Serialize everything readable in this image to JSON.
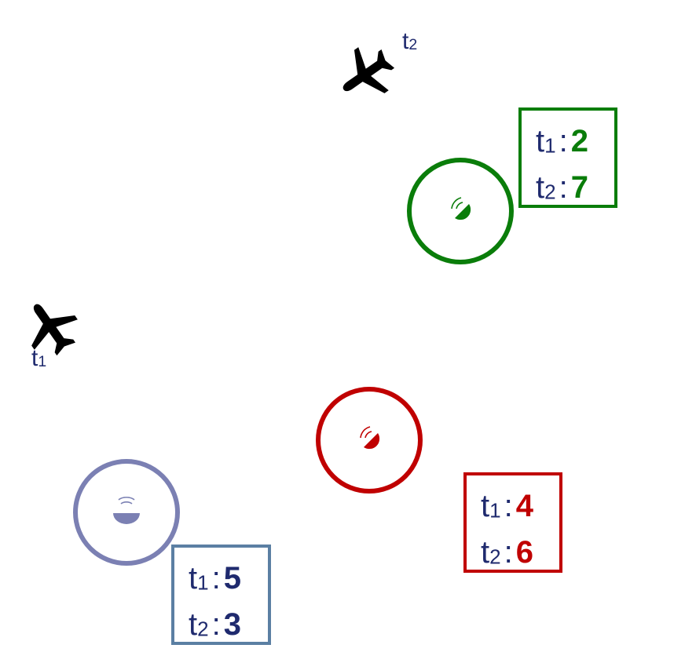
{
  "aircraft": [
    {
      "id": "t1",
      "label_base": "t",
      "label_sub": "1"
    },
    {
      "id": "t2",
      "label_base": "t",
      "label_sub": "2"
    }
  ],
  "stations": {
    "green": {
      "color": "#0a7d0a",
      "icon": "radar-dish-icon",
      "rows": [
        {
          "base": "t",
          "sub": "1",
          "sep": ":",
          "value": "2"
        },
        {
          "base": "t",
          "sub": "2",
          "sep": ":",
          "value": "7"
        }
      ]
    },
    "red": {
      "color": "#c00000",
      "icon": "radar-dish-icon",
      "rows": [
        {
          "base": "t",
          "sub": "1",
          "sep": ":",
          "value": "4"
        },
        {
          "base": "t",
          "sub": "2",
          "sep": ":",
          "value": "6"
        }
      ]
    },
    "blue": {
      "color": "#7b80b3",
      "box_color": "#5b7fa3",
      "value_color": "#1f2a6e",
      "icon": "radar-dish-icon",
      "rows": [
        {
          "base": "t",
          "sub": "1",
          "sep": ":",
          "value": "5"
        },
        {
          "base": "t",
          "sub": "2",
          "sep": ":",
          "value": "3"
        }
      ]
    }
  },
  "label_color": "#1f2a6e"
}
